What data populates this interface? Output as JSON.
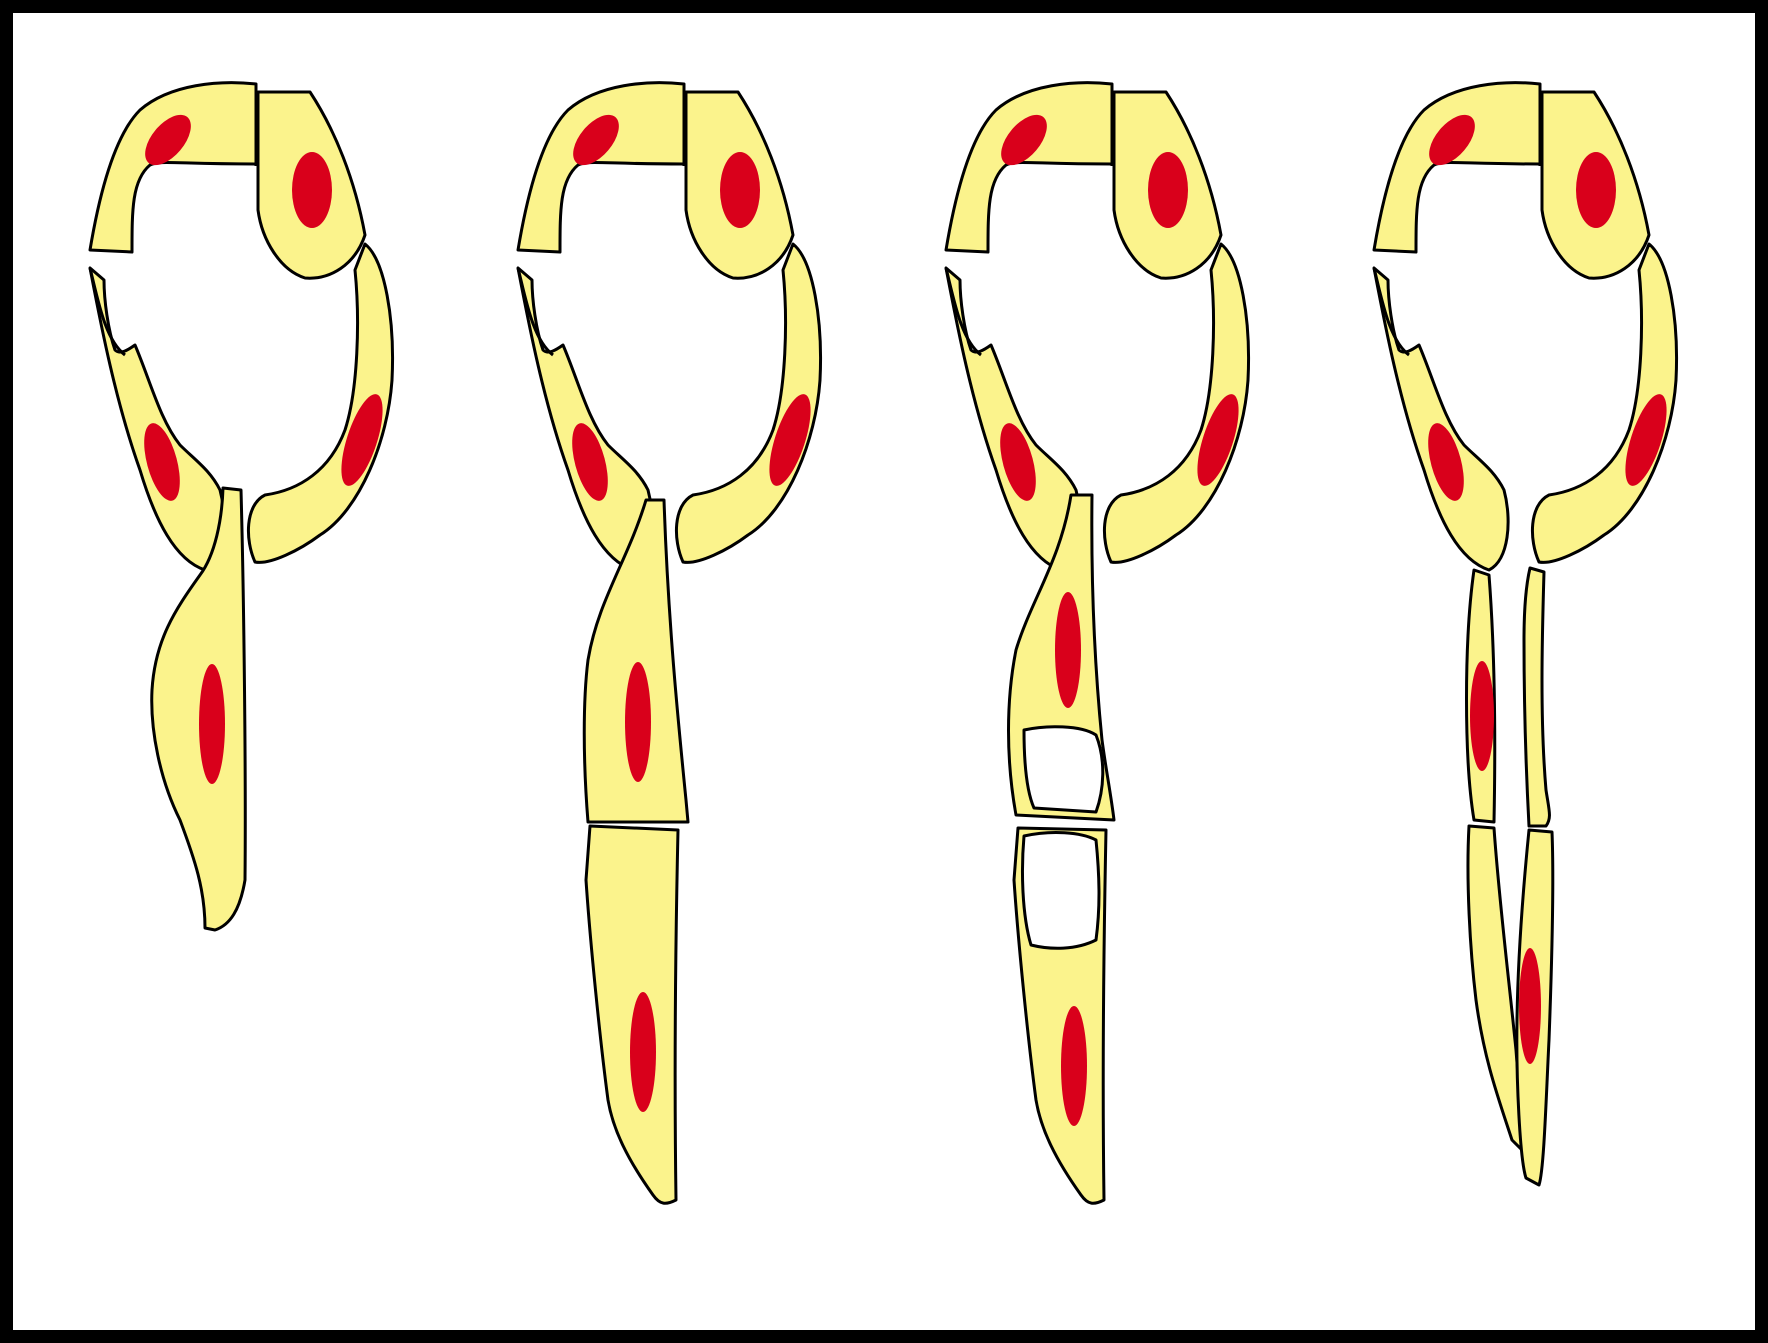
{
  "colors": {
    "background": "#ffffff",
    "frame": "#000000",
    "cytoplasm": "#fbf38c",
    "nucleus": "#d9001b",
    "empty_cell": "#ffffff",
    "outline": "#000000"
  },
  "figure": {
    "panels": [
      {
        "stage": 1,
        "stalk_cells_with_nucleus": 1,
        "empty_cells": 0
      },
      {
        "stage": 2,
        "stalk_cells_with_nucleus": 2,
        "empty_cells": 0
      },
      {
        "stage": 3,
        "stalk_cells_with_nucleus": 2,
        "empty_cells": 2
      },
      {
        "stage": 4,
        "stalk_cells_with_nucleus": 2,
        "empty_cells": 0
      }
    ]
  }
}
